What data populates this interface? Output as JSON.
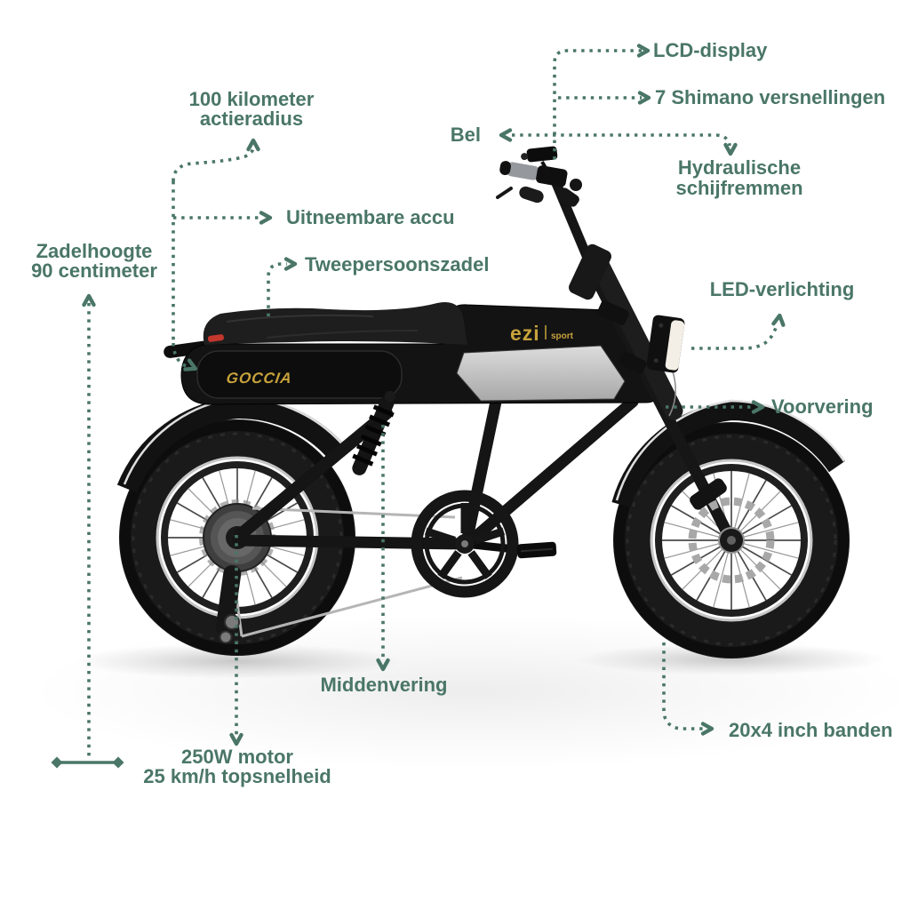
{
  "theme": {
    "accent_color": "#4a7668",
    "brand_gold": "#c8a23c"
  },
  "bike": {
    "battery_brand": "GOCCIA",
    "frame_brand": "ezi",
    "frame_brand_suffix": "sport"
  },
  "callouts": {
    "lcd_display": "LCD-display",
    "shimano": "7 Shimano versnellingen",
    "bel": "Bel",
    "hydraulic_line1": "Hydraulische",
    "hydraulic_line2": "schijfremmen",
    "range_line1": "100 kilometer",
    "range_line2": "actieradius",
    "removable_battery": "Uitneembare accu",
    "seat_height_line1": "Zadelhoogte",
    "seat_height_line2": "90 centimeter",
    "two_person_saddle": "Tweepersoonszadel",
    "led_lighting": "LED-verlichting",
    "front_suspension": "Voorvering",
    "mid_suspension": "Middenvering",
    "motor_line1": "250W motor",
    "motor_line2": "25 km/h topsnelheid",
    "tires": "20x4 inch banden"
  }
}
